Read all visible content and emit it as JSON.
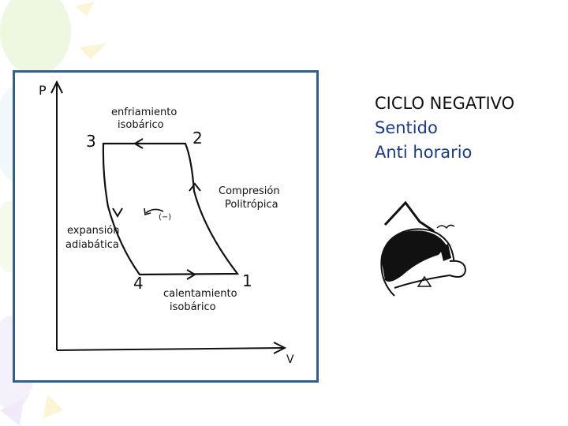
{
  "diagram": {
    "axis_y_label": "P",
    "axis_x_label": "V",
    "points": {
      "p1": "1",
      "p2": "2",
      "p3": "3",
      "p4": "4"
    },
    "process_top": [
      "enfriamiento",
      "isobárico"
    ],
    "process_right": [
      "Compresión",
      "Politrópica"
    ],
    "process_left": [
      "expansión",
      "adiabática"
    ],
    "process_bottom": [
      "calentamiento",
      "isobárico"
    ],
    "center_mark": "(−)"
  },
  "caption": {
    "line1": "CICLO  NEGATIVO",
    "line2": "Sentido",
    "line3": "Anti horario"
  },
  "colors": {
    "frame_border": "#2f5f8f",
    "caption_accent": "#1a3a8a"
  }
}
